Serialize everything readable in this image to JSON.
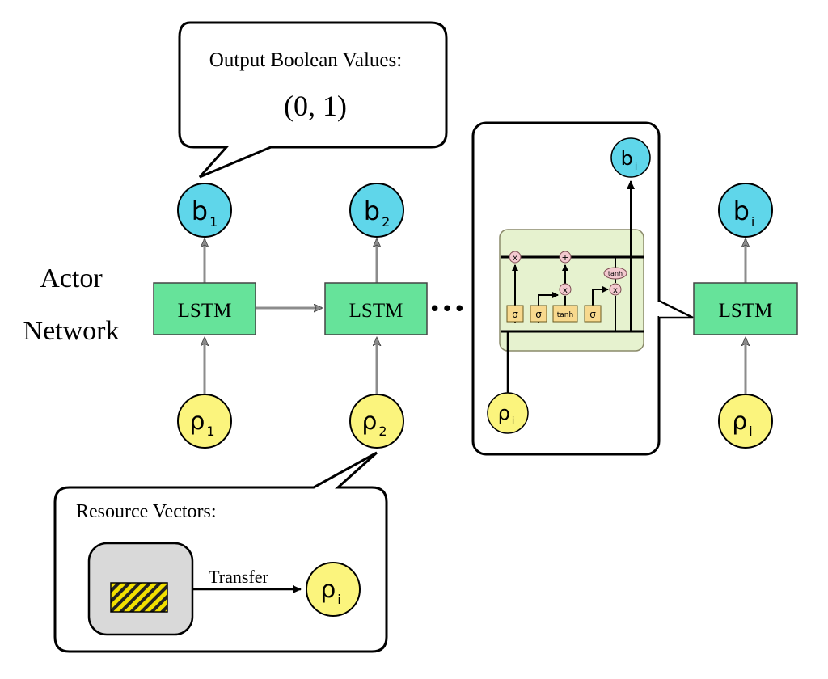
{
  "colors": {
    "output_node": "#5fd6ea",
    "input_node": "#fbf47d",
    "lstm_box": "#66e39a",
    "cell_bg": "#e6f2cf",
    "gate_box": "#f8d98e",
    "op_node": "#f3c9cf",
    "resource_box": "#d9d9d9",
    "hatch_yellow": "#f2e000",
    "arrow_gray": "#8c8c8c"
  },
  "title": {
    "line1": "Actor",
    "line2": "Network"
  },
  "output_callout": {
    "heading": "Output Boolean Values:",
    "value": "(0, 1)"
  },
  "lstm_label": "LSTM",
  "ellipsis": "•••",
  "nodes": {
    "b1": {
      "main": "b",
      "sub": "1"
    },
    "b2": {
      "main": "b",
      "sub": "2"
    },
    "bi": {
      "main": "b",
      "sub": "i"
    },
    "p1": {
      "main": "ρ",
      "sub": "1"
    },
    "p2": {
      "main": "ρ",
      "sub": "2"
    },
    "pi": {
      "main": "ρ",
      "sub": "i"
    }
  },
  "cell": {
    "gates": [
      "σ",
      "σ",
      "tanh",
      "σ"
    ],
    "ops": {
      "multiply": "x",
      "add": "+",
      "tanh": "tanh"
    }
  },
  "resource_callout": {
    "heading": "Resource Vectors:",
    "transfer_label": "Transfer"
  }
}
